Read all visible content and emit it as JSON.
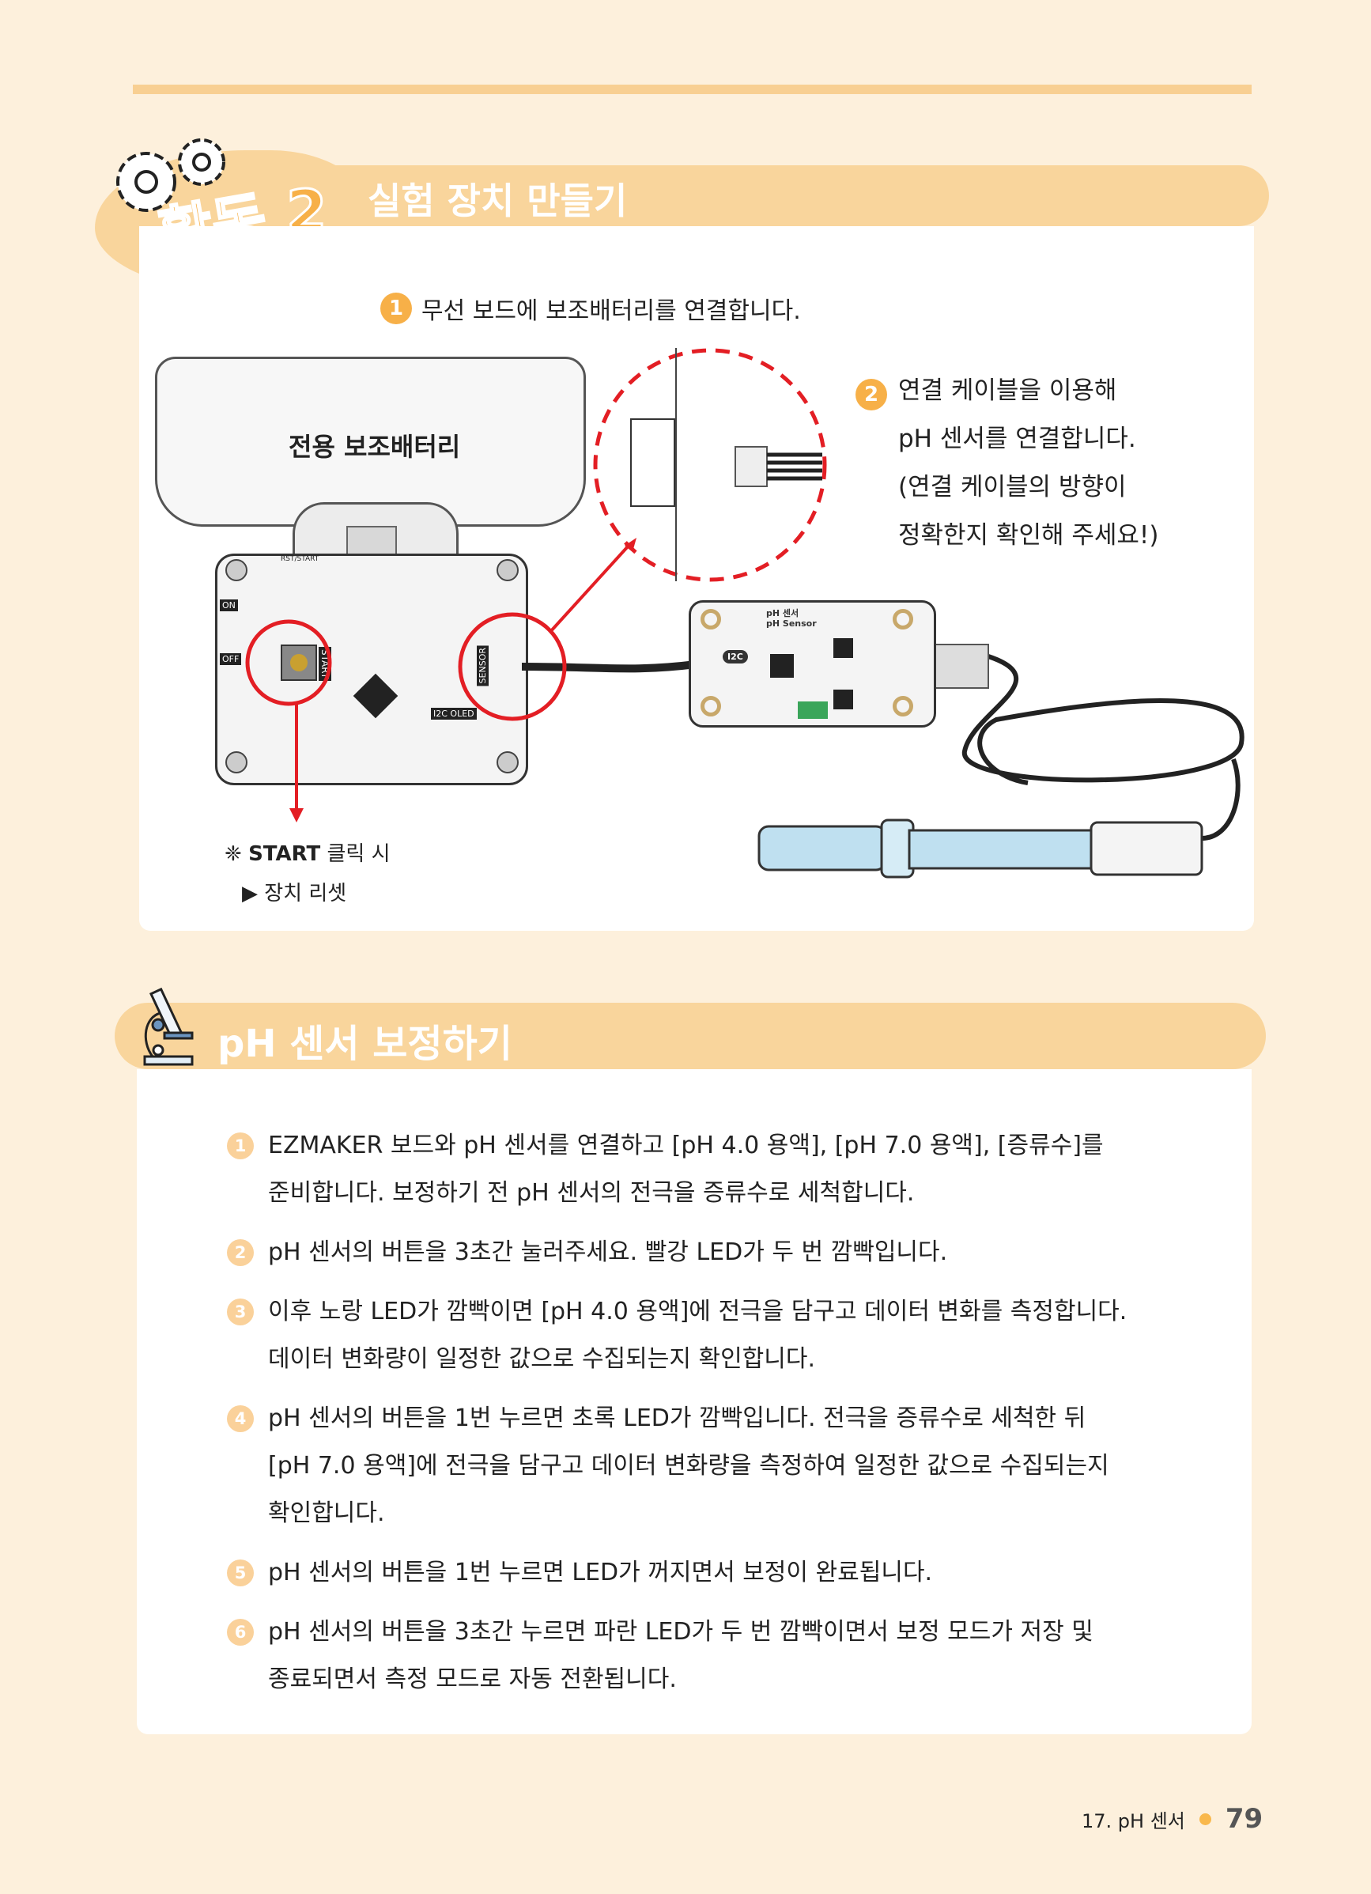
{
  "activity": {
    "label": "활동",
    "number": "2",
    "title": "실험 장치 만들기",
    "step1": {
      "num": "1",
      "text": "무선 보드에 보조배터리를 연결합니다."
    },
    "step2": {
      "num": "2",
      "lines": [
        "연결 케이블을 이용해",
        "pH 센서를 연결합니다.",
        "(연결 케이블의 방향이",
        "정확한지 확인해 주세요!)"
      ]
    },
    "figure": {
      "battery_label": "전용 보조배터리",
      "board_labels": {
        "start": "START",
        "sensor": "SENSOR",
        "oled": "I2C OLED",
        "on": "ON",
        "off": "OFF",
        "rst": "RST/START"
      },
      "sensor_labels": {
        "ko": "pH 센서",
        "en": "pH Sensor",
        "i2c": "I2C"
      },
      "note_line1_prefix": "❈",
      "note_line1_bold": "START",
      "note_line1_rest": "클릭 시",
      "note_line2": "▶ 장치 리셋"
    }
  },
  "calibration": {
    "title": "pH 센서 보정하기",
    "items": [
      {
        "num": "1",
        "lines": [
          "EZMAKER 보드와 pH 센서를 연결하고 [pH 4.0 용액], [pH 7.0 용액], [증류수]를",
          "준비합니다. 보정하기 전 pH 센서의 전극을 증류수로 세척합니다."
        ]
      },
      {
        "num": "2",
        "lines": [
          "pH 센서의 버튼을 3초간 눌러주세요. 빨강 LED가 두 번 깜빡입니다."
        ]
      },
      {
        "num": "3",
        "lines": [
          "이후 노랑 LED가 깜빡이면 [pH 4.0 용액]에 전극을 담구고 데이터 변화를 측정합니다.",
          "데이터 변화량이 일정한 값으로 수집되는지 확인합니다."
        ]
      },
      {
        "num": "4",
        "lines": [
          "pH 센서의 버튼을 1번 누르면 초록 LED가 깜빡입니다. 전극을 증류수로 세척한 뒤",
          "[pH 7.0 용액]에 전극을 담구고 데이터 변화량을 측정하여 일정한 값으로 수집되는지",
          "확인합니다."
        ]
      },
      {
        "num": "5",
        "lines": [
          "pH 센서의 버튼을 1번 누르면 LED가 꺼지면서 보정이 완료됩니다."
        ]
      },
      {
        "num": "6",
        "lines": [
          "pH 센서의 버튼을 3초간 누르면 파란 LED가 두 번 깜빡이면서 보정 모드가 저장 및",
          "종료되면서 측정 모드로 자동 전환됩니다."
        ]
      }
    ]
  },
  "footer": {
    "chapter": "17. pH 센서",
    "page": "79"
  },
  "colors": {
    "background": "#fdf0dc",
    "band": "#f9d59c",
    "accent": "#f7b048",
    "red": "#e31e24"
  }
}
